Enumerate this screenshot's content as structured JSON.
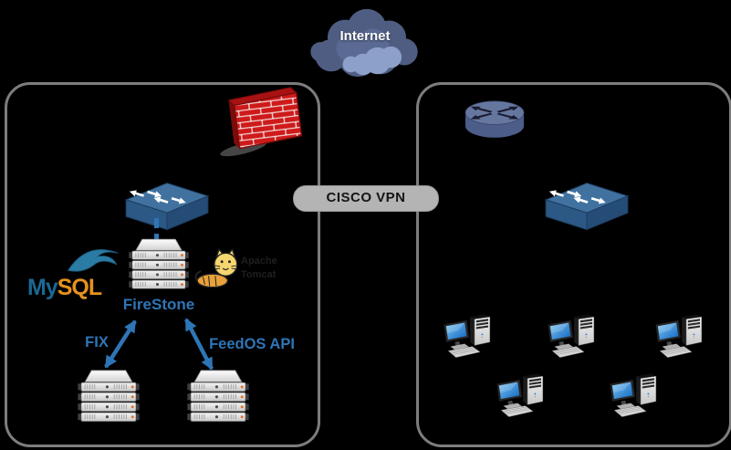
{
  "cloud": {
    "label": "Internet"
  },
  "vpn_pill": {
    "label": "CISCO VPN"
  },
  "left_zone": {
    "firewall_icon": "brick-firewall-icon",
    "switch_icon": "ethernet-switch-icon",
    "app_server": {
      "label": "FireStone",
      "icon": "rack-server-icon",
      "mysql_logo": {
        "text_my": "My",
        "text_sql": "SQL"
      },
      "tomcat_logo": {
        "line1": "Apache",
        "line2": "Tomcat"
      }
    },
    "connections": [
      {
        "label": "FIX"
      },
      {
        "label": "FeedOS API"
      }
    ],
    "backend_servers": [
      {
        "icon": "rack-server-icon"
      },
      {
        "icon": "rack-server-icon"
      }
    ]
  },
  "right_zone": {
    "router_icon": "cisco-router-icon",
    "switch_icon": "ethernet-switch-icon",
    "workstation_count": 5,
    "workstation_icon": "desktop-computer-icon"
  },
  "colors": {
    "accent_blue": "#2E75B6",
    "mysql_blue": "#1b6893",
    "mysql_orange": "#e6911e",
    "box_border": "#7d7d7d",
    "pill_background": "#b4b4b4",
    "firewall_red": "#ce1a1a",
    "switch_blue": "#41729f",
    "router_blue": "#66779f",
    "cloud_dark": "#4f5d82",
    "cloud_light": "#8da0c9",
    "background": "#000000"
  }
}
